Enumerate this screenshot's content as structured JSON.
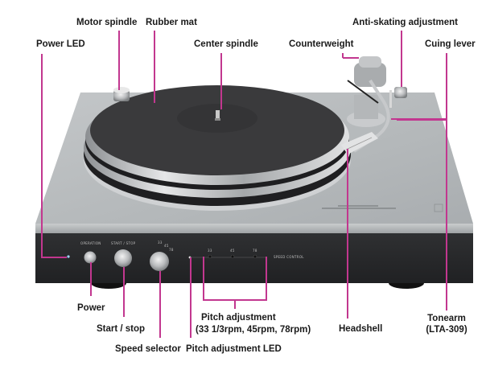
{
  "diagram": {
    "subject": "Turntable component callouts",
    "leader_color": "#c2378f",
    "callouts": {
      "motor_spindle": "Motor spindle",
      "rubber_mat": "Rubber mat",
      "power_led": "Power LED",
      "center_spindle": "Center spindle",
      "anti_skating": "Anti-skating adjustment",
      "counterweight": "Counterweight",
      "cuing_lever": "Cuing lever",
      "power": "Power",
      "start_stop": "Start / stop",
      "speed_selector": "Speed selector",
      "pitch_led": "Pitch adjustment LED",
      "pitch_adjustment": "Pitch adjustment",
      "pitch_adjustment_detail": "(33 1/3rpm, 45rpm, 78rpm)",
      "headshell": "Headshell",
      "tonearm": "Tonearm",
      "tonearm_model": "(LTA-309)"
    },
    "panel_text": {
      "operation": "OPERATION",
      "start_stop": "START / STOP",
      "speed_33": "33",
      "speed_45": "45",
      "speed_78": "78",
      "pitch_33": "33",
      "pitch_45": "45",
      "pitch_78": "78",
      "speed_control": "SPEED CONTROL"
    },
    "colors": {
      "plinth_top": "#b9bdbf",
      "front_panel": "#2a2b2d",
      "platter_mat": "#3a3a3c",
      "chrome": "#d8d9da"
    }
  }
}
